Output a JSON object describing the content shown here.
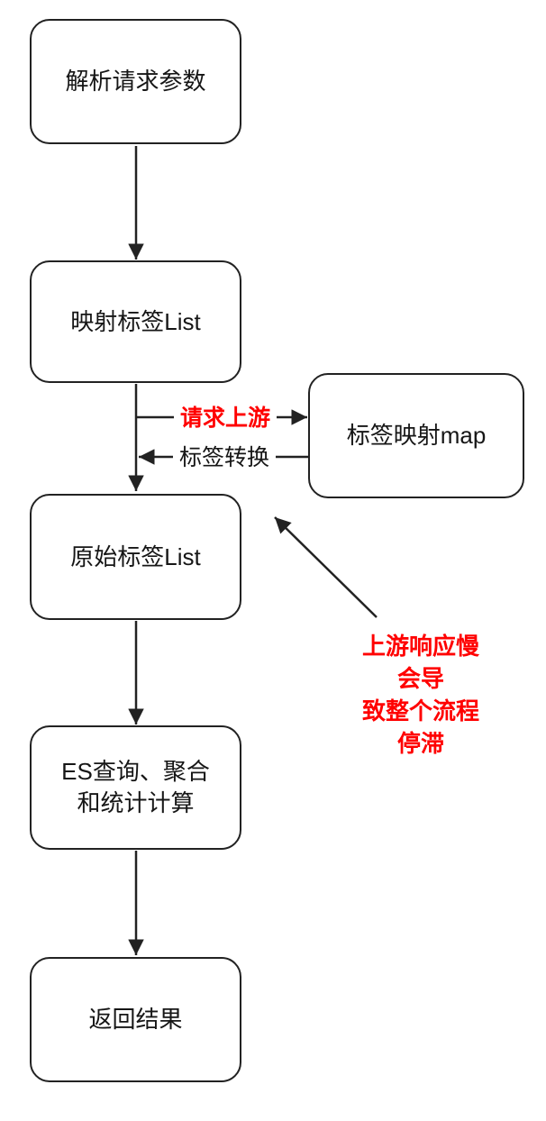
{
  "diagram": {
    "nodes": {
      "parse": {
        "label": "解析请求参数"
      },
      "mapped_list": {
        "label": "映射标签List"
      },
      "mapping_map": {
        "label": "标签映射map"
      },
      "raw_list": {
        "label": "原始标签List"
      },
      "es_query": {
        "label": "ES查询、聚合\n和统计计算"
      },
      "return_result": {
        "label": "返回结果"
      }
    },
    "edge_labels": {
      "request_upstream": "请求上游",
      "label_convert": "标签转换"
    },
    "annotation": {
      "text": "上游响应慢会导\n致整个流程停滞"
    },
    "colors": {
      "line": "#222222",
      "node_text": "#161616",
      "annotation": "#ff0000",
      "background": "#ffffff"
    }
  }
}
